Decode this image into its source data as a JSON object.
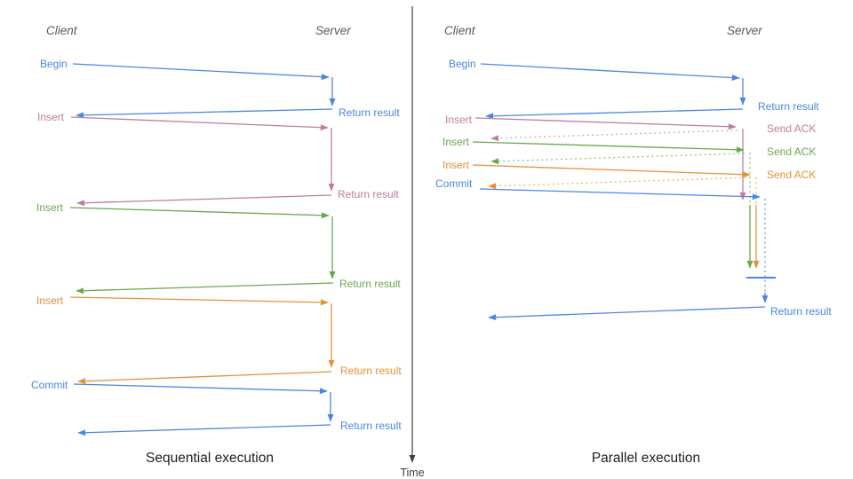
{
  "diagram": {
    "time_axis_label": "Time",
    "colors": {
      "blue": "#4a86e8",
      "pink": "#c27ba0",
      "green": "#6aa84f",
      "orange": "#e69138",
      "blue_light": "#6d9eeb",
      "pink_light": "#d5a6bd",
      "green_light": "#93c47d",
      "orange_light": "#f6b26b",
      "axis": "#3d3d3d",
      "header": "#5a5a5a",
      "title": "#1f1f1f"
    },
    "sequential": {
      "title": "Sequential execution",
      "client_header": "Client",
      "server_header": "Server",
      "steps": [
        {
          "request": "Begin",
          "response": "Return result",
          "color": "blue"
        },
        {
          "request": "Insert",
          "response": "Return result",
          "color": "pink"
        },
        {
          "request": "Insert",
          "response": "Return result",
          "color": "green"
        },
        {
          "request": "Insert",
          "response": "Return result",
          "color": "orange"
        },
        {
          "request": "Commit",
          "response": "Return result",
          "color": "blue"
        }
      ]
    },
    "parallel": {
      "title": "Parallel execution",
      "client_header": "Client",
      "server_header": "Server",
      "steps": [
        {
          "request": "Begin",
          "response": "Return result",
          "color": "blue"
        },
        {
          "request": "Insert",
          "response": "Send ACK",
          "color": "pink"
        },
        {
          "request": "Insert",
          "response": "Send ACK",
          "color": "green"
        },
        {
          "request": "Insert",
          "response": "Send ACK",
          "color": "orange"
        },
        {
          "request": "Commit",
          "response": "Return result",
          "color": "blue"
        }
      ]
    }
  }
}
